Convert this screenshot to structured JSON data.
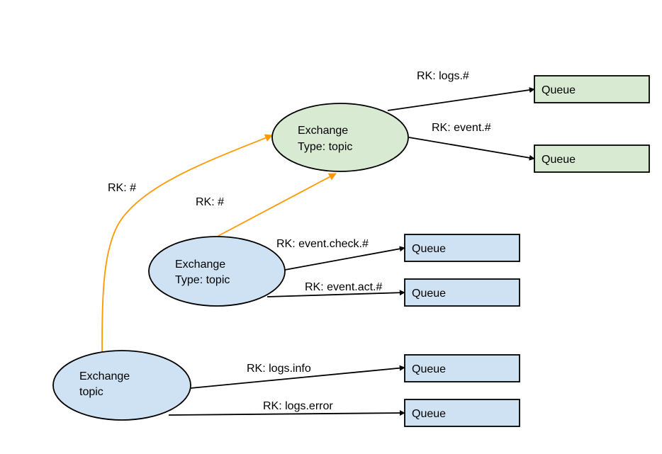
{
  "colors": {
    "top_exchange_fill": "#d9ead3",
    "lower_exchange_fill": "#cfe2f3",
    "binding_edge": "#ff9900",
    "route_edge": "#000000"
  },
  "exchanges": {
    "top": {
      "line1": "Exchange",
      "line2": "Type: topic"
    },
    "middle": {
      "line1": "Exchange",
      "line2": "Type: topic"
    },
    "bottom": {
      "line1": "Exchange",
      "line2": "topic"
    }
  },
  "queues": {
    "q1": {
      "label": "Queue"
    },
    "q2": {
      "label": "Queue"
    },
    "q3": {
      "label": "Queue"
    },
    "q4": {
      "label": "Queue"
    },
    "q5": {
      "label": "Queue"
    },
    "q6": {
      "label": "Queue"
    }
  },
  "routing_keys": {
    "top_to_q1": "RK: logs.#",
    "top_to_q2": "RK: event.#",
    "bottom_to_top": "RK: #",
    "middle_to_top": "RK: #",
    "middle_to_q3": "RK: event.check.#",
    "middle_to_q4": "RK: event.act.#",
    "bottom_to_q5": "RK: logs.info",
    "bottom_to_q6": "RK: logs.error"
  }
}
